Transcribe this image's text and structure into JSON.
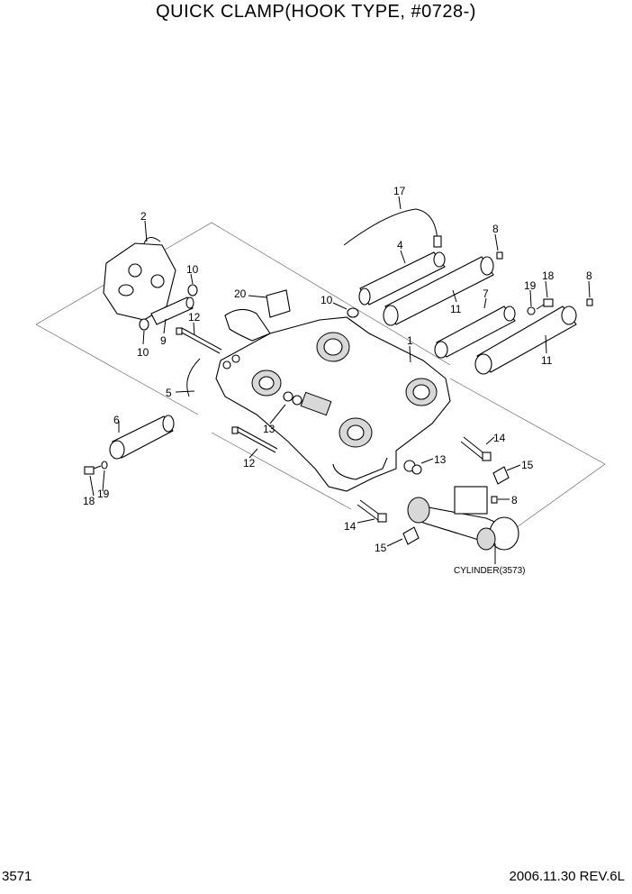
{
  "title": "QUICK CLAMP(HOOK TYPE, #0728-)",
  "page_number": "3571",
  "revision": "2006.11.30  REV.6L",
  "cylinder_label": "CYLINDER(3573)",
  "callouts": {
    "c17": "17",
    "c2": "2",
    "c8a": "8",
    "c4": "4",
    "c18a": "18",
    "c8b": "8",
    "c10a": "10",
    "c20": "20",
    "c10b": "10",
    "c7": "7",
    "c19a": "19",
    "c11a": "11",
    "c9": "9",
    "c12a": "12",
    "c10c": "10",
    "c1": "1",
    "c11b": "11",
    "c5": "5",
    "c6": "6",
    "c13a": "13",
    "c14a": "14",
    "c12b": "12",
    "c13b": "13",
    "c15a": "15",
    "c18b": "18",
    "c19b": "19",
    "c8c": "8",
    "c14b": "14",
    "c15b": "15"
  }
}
